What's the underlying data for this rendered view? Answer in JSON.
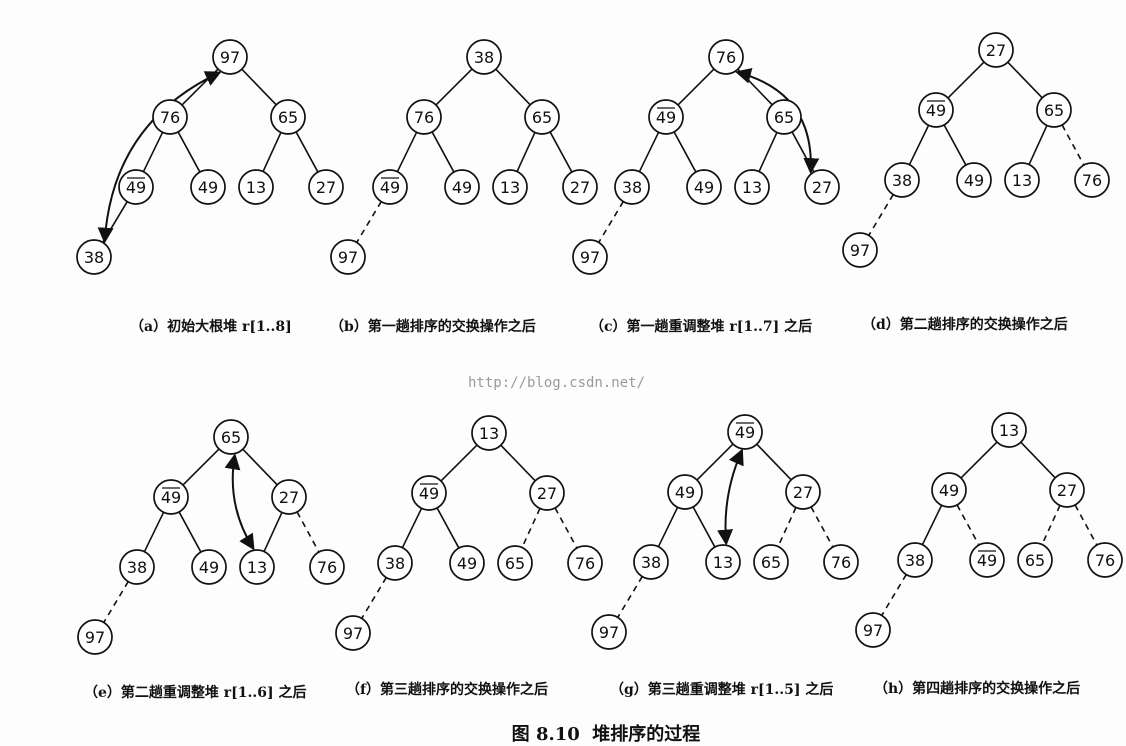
{
  "figure_title": "图 8.10  堆排序的过程",
  "watermark": "http://blog.csdn.net/",
  "panels": [
    {
      "caption": "（a）初始大根堆 r[1..8]",
      "nodes": [
        {
          "label": "97",
          "overline": false
        },
        {
          "label": "76",
          "overline": false
        },
        {
          "label": "65",
          "overline": false
        },
        {
          "label": "49",
          "overline": true
        },
        {
          "label": "49",
          "overline": false
        },
        {
          "label": "13",
          "overline": false
        },
        {
          "label": "27",
          "overline": false
        },
        {
          "label": "38",
          "overline": false
        }
      ],
      "edges": [
        {
          "from": 0,
          "to": 1,
          "dashed": false
        },
        {
          "from": 0,
          "to": 2,
          "dashed": false
        },
        {
          "from": 1,
          "to": 3,
          "dashed": false
        },
        {
          "from": 1,
          "to": 4,
          "dashed": false
        },
        {
          "from": 2,
          "to": 5,
          "dashed": false
        },
        {
          "from": 2,
          "to": 6,
          "dashed": false
        },
        {
          "from": 3,
          "to": 7,
          "dashed": false
        }
      ],
      "swap": [
        0,
        7
      ]
    },
    {
      "caption": "（b）第一趟排序的交换操作之后",
      "nodes": [
        {
          "label": "38",
          "overline": false
        },
        {
          "label": "76",
          "overline": false
        },
        {
          "label": "65",
          "overline": false
        },
        {
          "label": "49",
          "overline": true
        },
        {
          "label": "49",
          "overline": false
        },
        {
          "label": "13",
          "overline": false
        },
        {
          "label": "27",
          "overline": false
        },
        {
          "label": "97",
          "overline": false
        }
      ],
      "edges": [
        {
          "from": 0,
          "to": 1,
          "dashed": false
        },
        {
          "from": 0,
          "to": 2,
          "dashed": false
        },
        {
          "from": 1,
          "to": 3,
          "dashed": false
        },
        {
          "from": 1,
          "to": 4,
          "dashed": false
        },
        {
          "from": 2,
          "to": 5,
          "dashed": false
        },
        {
          "from": 2,
          "to": 6,
          "dashed": false
        },
        {
          "from": 3,
          "to": 7,
          "dashed": true
        }
      ],
      "swap": null
    },
    {
      "caption": "（c）第一趟重调整堆 r[1..7] 之后",
      "nodes": [
        {
          "label": "76",
          "overline": false
        },
        {
          "label": "49",
          "overline": true
        },
        {
          "label": "65",
          "overline": false
        },
        {
          "label": "38",
          "overline": false
        },
        {
          "label": "49",
          "overline": false
        },
        {
          "label": "13",
          "overline": false
        },
        {
          "label": "27",
          "overline": false
        },
        {
          "label": "97",
          "overline": false
        }
      ],
      "edges": [
        {
          "from": 0,
          "to": 1,
          "dashed": false
        },
        {
          "from": 0,
          "to": 2,
          "dashed": false
        },
        {
          "from": 1,
          "to": 3,
          "dashed": false
        },
        {
          "from": 1,
          "to": 4,
          "dashed": false
        },
        {
          "from": 2,
          "to": 5,
          "dashed": false
        },
        {
          "from": 2,
          "to": 6,
          "dashed": false
        },
        {
          "from": 3,
          "to": 7,
          "dashed": true
        }
      ],
      "swap": [
        0,
        6
      ]
    },
    {
      "caption": "（d）第二趟排序的交换操作之后",
      "nodes": [
        {
          "label": "27",
          "overline": false
        },
        {
          "label": "49",
          "overline": true
        },
        {
          "label": "65",
          "overline": false
        },
        {
          "label": "38",
          "overline": false
        },
        {
          "label": "49",
          "overline": false
        },
        {
          "label": "13",
          "overline": false
        },
        {
          "label": "76",
          "overline": false
        },
        {
          "label": "97",
          "overline": false
        }
      ],
      "edges": [
        {
          "from": 0,
          "to": 1,
          "dashed": false
        },
        {
          "from": 0,
          "to": 2,
          "dashed": false
        },
        {
          "from": 1,
          "to": 3,
          "dashed": false
        },
        {
          "from": 1,
          "to": 4,
          "dashed": false
        },
        {
          "from": 2,
          "to": 5,
          "dashed": false
        },
        {
          "from": 2,
          "to": 6,
          "dashed": true
        },
        {
          "from": 3,
          "to": 7,
          "dashed": true
        }
      ],
      "swap": null
    },
    {
      "caption": "（e）第二趟重调整堆 r[1..6] 之后",
      "nodes": [
        {
          "label": "65",
          "overline": false
        },
        {
          "label": "49",
          "overline": true
        },
        {
          "label": "27",
          "overline": false
        },
        {
          "label": "38",
          "overline": false
        },
        {
          "label": "49",
          "overline": false
        },
        {
          "label": "13",
          "overline": false
        },
        {
          "label": "76",
          "overline": false
        },
        {
          "label": "97",
          "overline": false
        }
      ],
      "edges": [
        {
          "from": 0,
          "to": 1,
          "dashed": false
        },
        {
          "from": 0,
          "to": 2,
          "dashed": false
        },
        {
          "from": 1,
          "to": 3,
          "dashed": false
        },
        {
          "from": 1,
          "to": 4,
          "dashed": false
        },
        {
          "from": 2,
          "to": 5,
          "dashed": false
        },
        {
          "from": 2,
          "to": 6,
          "dashed": true
        },
        {
          "from": 3,
          "to": 7,
          "dashed": true
        }
      ],
      "swap": [
        0,
        5
      ]
    },
    {
      "caption": "（f）第三趟排序的交换操作之后",
      "nodes": [
        {
          "label": "13",
          "overline": false
        },
        {
          "label": "49",
          "overline": true
        },
        {
          "label": "27",
          "overline": false
        },
        {
          "label": "38",
          "overline": false
        },
        {
          "label": "49",
          "overline": false
        },
        {
          "label": "65",
          "overline": false
        },
        {
          "label": "76",
          "overline": false
        },
        {
          "label": "97",
          "overline": false
        }
      ],
      "edges": [
        {
          "from": 0,
          "to": 1,
          "dashed": false
        },
        {
          "from": 0,
          "to": 2,
          "dashed": false
        },
        {
          "from": 1,
          "to": 3,
          "dashed": false
        },
        {
          "from": 1,
          "to": 4,
          "dashed": false
        },
        {
          "from": 2,
          "to": 5,
          "dashed": true
        },
        {
          "from": 2,
          "to": 6,
          "dashed": true
        },
        {
          "from": 3,
          "to": 7,
          "dashed": true
        }
      ],
      "swap": null
    },
    {
      "caption": "（g）第三趟重调整堆 r[1..5] 之后",
      "nodes": [
        {
          "label": "49",
          "overline": true
        },
        {
          "label": "49",
          "overline": false
        },
        {
          "label": "27",
          "overline": false
        },
        {
          "label": "38",
          "overline": false
        },
        {
          "label": "13",
          "overline": false
        },
        {
          "label": "65",
          "overline": false
        },
        {
          "label": "76",
          "overline": false
        },
        {
          "label": "97",
          "overline": false
        }
      ],
      "edges": [
        {
          "from": 0,
          "to": 1,
          "dashed": false
        },
        {
          "from": 0,
          "to": 2,
          "dashed": false
        },
        {
          "from": 1,
          "to": 3,
          "dashed": false
        },
        {
          "from": 1,
          "to": 4,
          "dashed": false
        },
        {
          "from": 2,
          "to": 5,
          "dashed": true
        },
        {
          "from": 2,
          "to": 6,
          "dashed": true
        },
        {
          "from": 3,
          "to": 7,
          "dashed": true
        }
      ],
      "swap": [
        0,
        4
      ]
    },
    {
      "caption": "（h）第四趟排序的交换操作之后",
      "nodes": [
        {
          "label": "13",
          "overline": false
        },
        {
          "label": "49",
          "overline": false
        },
        {
          "label": "27",
          "overline": false
        },
        {
          "label": "38",
          "overline": false
        },
        {
          "label": "49",
          "overline": true
        },
        {
          "label": "65",
          "overline": false
        },
        {
          "label": "76",
          "overline": false
        },
        {
          "label": "97",
          "overline": false
        }
      ],
      "edges": [
        {
          "from": 0,
          "to": 1,
          "dashed": false
        },
        {
          "from": 0,
          "to": 2,
          "dashed": false
        },
        {
          "from": 1,
          "to": 3,
          "dashed": false
        },
        {
          "from": 1,
          "to": 4,
          "dashed": true
        },
        {
          "from": 2,
          "to": 5,
          "dashed": true
        },
        {
          "from": 2,
          "to": 6,
          "dashed": true
        },
        {
          "from": 3,
          "to": 7,
          "dashed": true
        }
      ],
      "swap": null
    }
  ]
}
